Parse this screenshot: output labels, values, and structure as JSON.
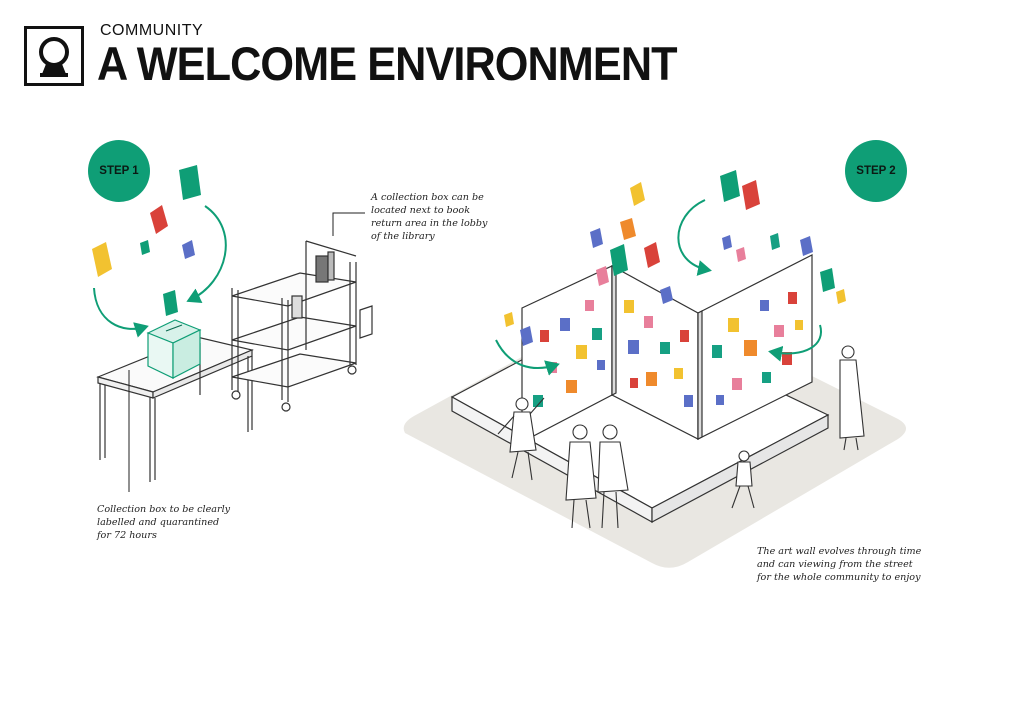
{
  "header": {
    "kicker": "COMMUNITY",
    "title": "A WELCOME ENVIRONMENT"
  },
  "steps": {
    "step1": "STEP 1",
    "step2": "STEP 2"
  },
  "annotations": {
    "collection_box_location": "A collection box can be\nlocated next to book\nreturn area in the lobby\nof the library",
    "collection_box_label": "Collection box to be clearly\nlabelled and quarantined\nfor 72 hours",
    "art_wall": "The art wall evolves through time\nand can viewing from the street\nfor the whole community to enjoy"
  },
  "colors": {
    "accent_green": "#0f9e76",
    "card_yellow": "#f2c230",
    "card_red": "#d9423a",
    "card_blue": "#5b6fc7",
    "card_pink": "#e87f9b",
    "card_orange": "#ef8a2c",
    "card_teal": "#16a083",
    "ground": "#e9e7e2"
  }
}
